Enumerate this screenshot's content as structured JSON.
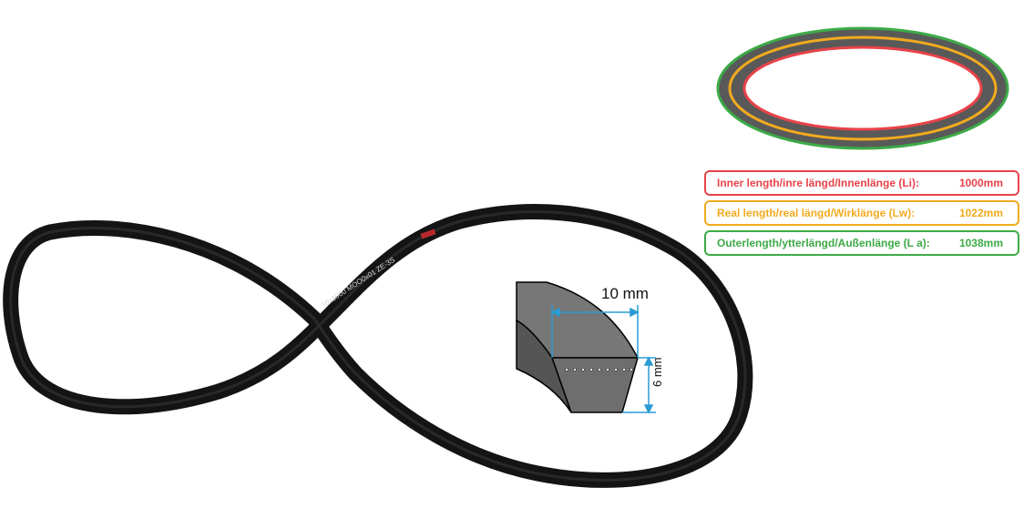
{
  "legend": {
    "inner": {
      "label": "Inner length/inre längd/Innenlänge (Li):",
      "value": "1000mm",
      "color": "#e8434a"
    },
    "real": {
      "label": "Real length/real längd/Wirklänge (Lw):",
      "value": "1022mm",
      "color": "#f2ab1e"
    },
    "outer": {
      "label": "Outerlength/ytterlängd/Außenlänge (L a):",
      "value": "1038mm",
      "color": "#3daa47"
    }
  },
  "ring_colors": {
    "fill": "#595959",
    "outer": "#3daa47",
    "real": "#f2ab1e",
    "inner": "#e8434a"
  },
  "profile": {
    "width_label": "10 mm",
    "height_label": "6 mm",
    "dimension_color": "#2b9bd4"
  },
  "belt": {
    "printed_marking": "10x1000 MOO0x01 ZE-3S"
  }
}
